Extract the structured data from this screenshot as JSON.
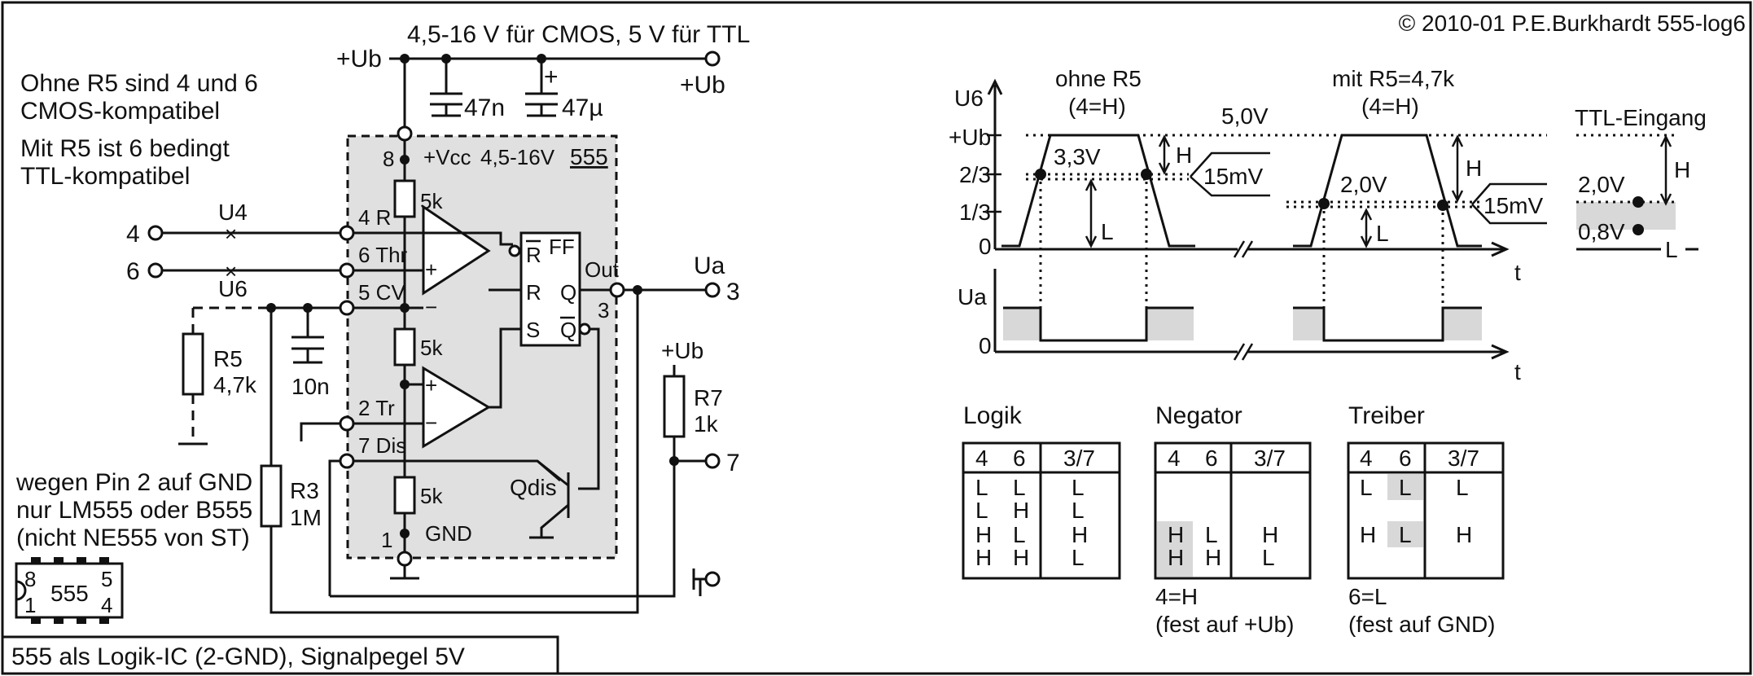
{
  "copyright": "© 2010-01 P.E.Burkhardt 555-log6",
  "caption": "555 als Logik-IC (2-GND), Signalpegel 5V",
  "notes": {
    "line1": "Ohne R5 sind 4 und 6",
    "line2": "CMOS-kompatibel",
    "line3": "Mit R5 ist 6 bedingt",
    "line4": "TTL-kompatibel",
    "gnd1": "wegen Pin 2 auf GND",
    "gnd2": "nur LM555 oder B555",
    "gnd3": "(nicht NE555 von ST)"
  },
  "supply": {
    "voltage_note": "4,5-16 V für CMOS, 5 V für TTL",
    "ub_left": "+Ub",
    "ub_right": "+Ub",
    "c1": "47n",
    "c2": "47µ",
    "c2_plus": "+"
  },
  "ic": {
    "name": "555",
    "vcc": "+Vcc",
    "vcc_range": "4,5-16V",
    "pin8": "8",
    "pin4": "4 R",
    "pin6": "6 Thr",
    "pin5": "5 CV",
    "pin2": "2 Tr",
    "pin7": "7 Dis",
    "pin1": "1",
    "gnd": "GND",
    "r_top": "5k",
    "r_mid": "5k",
    "r_bot": "5k",
    "ff": "FF",
    "ff_rbar": "R",
    "ff_r": "R",
    "ff_s": "S",
    "ff_q": "Q",
    "ff_qbar": "Q",
    "out": "Out",
    "out_pin": "3",
    "qdis": "Qdis",
    "plus": "+",
    "minus": "−"
  },
  "external": {
    "in4": "4",
    "in6": "6",
    "u4": "U4",
    "u6": "U6",
    "ua": "Ua",
    "out3": "3",
    "out7": "7",
    "r5": "R5",
    "r5v": "4,7k",
    "c10": "10n",
    "r3": "R3",
    "r3v": "1M",
    "r7_ub": "+Ub",
    "r7": "R7",
    "r7v": "1k"
  },
  "package": {
    "pin8": "8",
    "pin1": "1",
    "pin5": "5",
    "pin4": "4",
    "name": "555"
  },
  "timing": {
    "u6_label": "U6",
    "ua_label": "Ua",
    "ub": "+Ub",
    "two_thirds": "2/3",
    "one_third": "1/3",
    "zero": "0",
    "zero2": "0",
    "t1": "t",
    "t2": "t",
    "title_a1": "ohne R5",
    "title_a2": "(4=H)",
    "title_b1": "mit R5=4,7k",
    "title_b2": "(4=H)",
    "v50": "5,0V",
    "v33": "3,3V",
    "v20": "2,0V",
    "hyst_a": "15mV",
    "hyst_b": "15mV",
    "h_a": "H",
    "l_a": "L",
    "h_b": "H",
    "l_b": "L"
  },
  "ttl": {
    "title": "TTL-Eingang",
    "v20": "2,0V",
    "v08": "0,8V",
    "h": "H",
    "l": "L"
  },
  "tables": [
    {
      "title": "Logik",
      "headers": [
        "4",
        "6",
        "3/7"
      ],
      "rows": [
        [
          "L",
          "L",
          "L"
        ],
        [
          "L",
          "H",
          "L"
        ],
        [
          "H",
          "L",
          "H"
        ],
        [
          "H",
          "H",
          "L"
        ]
      ],
      "note1": "",
      "note2": ""
    },
    {
      "title": "Negator",
      "headers": [
        "4",
        "6",
        "3/7"
      ],
      "rows": [
        [
          "H",
          "L",
          "H"
        ],
        [
          "H",
          "H",
          "L"
        ]
      ],
      "note1": "4=H",
      "note2": "(fest auf +Ub)"
    },
    {
      "title": "Treiber",
      "headers": [
        "4",
        "6",
        "3/7"
      ],
      "rows": [
        [
          "L",
          "L",
          "L"
        ],
        [
          "H",
          "L",
          "H"
        ]
      ],
      "note1": "6=L",
      "note2": "(fest auf GND)"
    }
  ],
  "colors": {
    "ink": "#111111",
    "ic_fill": "#e0e0e0",
    "shade": "#d8d8d8"
  }
}
